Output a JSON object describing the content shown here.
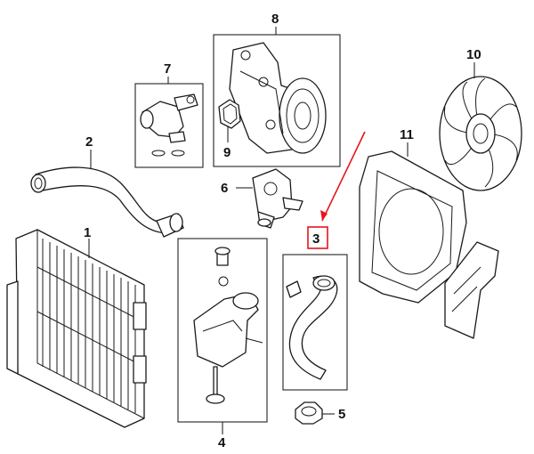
{
  "callouts": {
    "radiator": "1",
    "upper_hose": "2",
    "lower_hose": "3",
    "reservoir_assembly": "4",
    "cap": "5",
    "thermostat_housing": "6",
    "outlet_housing": "7",
    "water_pump": "8",
    "pump_gasket": "9",
    "fan_blade": "10",
    "fan_shroud": "11"
  },
  "highlight": {
    "color": "#e8141b",
    "target_label": "3"
  }
}
